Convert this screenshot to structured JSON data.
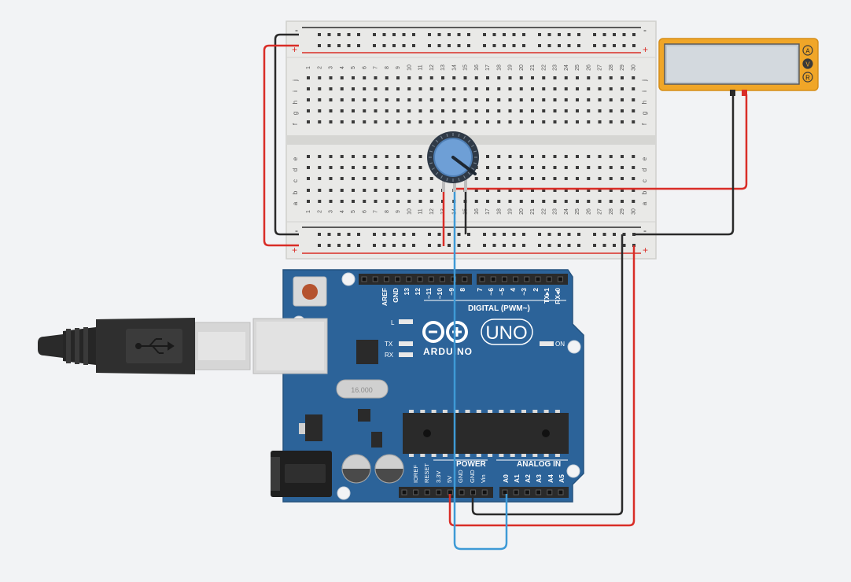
{
  "breadboard": {
    "rail_minus": "-",
    "rail_plus": "+",
    "rows_top": [
      "f",
      "g",
      "h",
      "i",
      "j"
    ],
    "rows_bottom": [
      "a",
      "b",
      "c",
      "d",
      "e"
    ],
    "column_count": 30
  },
  "multimeter": {
    "display_value": "",
    "modes": [
      "A",
      "V",
      "R"
    ]
  },
  "arduino": {
    "brand": "ARDUINO",
    "model": "UNO",
    "digital_header_label": "DIGITAL (PWM~)",
    "digital_pins": [
      "AREF",
      "GND",
      "13",
      "12",
      "~11",
      "~10",
      "~9",
      "8",
      "7",
      "~6",
      "~5",
      "4",
      "~3",
      "2",
      "TX▸1",
      "RX◂0"
    ],
    "led_labels": {
      "l": "L",
      "tx": "TX",
      "rx": "RX",
      "on": "ON"
    },
    "power_header_label": "POWER",
    "power_pins": [
      "IOREF",
      "RESET",
      "3.3V",
      "5V",
      "GND",
      "GND",
      "Vin"
    ],
    "analog_header_label": "ANALOG IN",
    "analog_pins": [
      "A0",
      "A1",
      "A2",
      "A3",
      "A4",
      "A5"
    ],
    "crystal_label": "16.000"
  },
  "colors": {
    "background": "#f2f3f5",
    "breadboard": "#e9e9e7",
    "board_blue": "#2c6399",
    "wire_red": "#d92d27",
    "wire_black": "#2a2a2a",
    "wire_blue": "#3e9ad6",
    "multimeter_body": "#f0a628"
  },
  "components": {
    "usb_cable": "usb-b-plug",
    "potentiometer": "rotary-potentiometer"
  }
}
